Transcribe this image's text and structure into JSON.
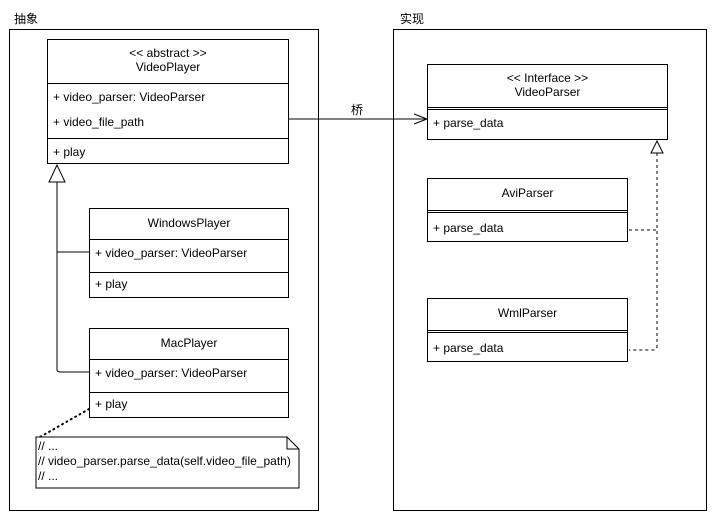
{
  "frames": {
    "abstraction": {
      "title": "抽象"
    },
    "implementation": {
      "title": "实现"
    }
  },
  "classes": {
    "video_player": {
      "stereotype": "<< abstract >>",
      "name": "VideoPlayer",
      "attributes": [
        "+ video_parser: VideoParser",
        "+ video_file_path"
      ],
      "methods": [
        "+ play"
      ]
    },
    "windows_player": {
      "name": "WindowsPlayer",
      "attributes": [
        "+ video_parser: VideoParser"
      ],
      "methods": [
        "+ play"
      ]
    },
    "mac_player": {
      "name": "MacPlayer",
      "attributes": [
        "+ video_parser: VideoParser"
      ],
      "methods": [
        "+ play"
      ]
    },
    "video_parser": {
      "stereotype": "<< Interface >>",
      "name": "VideoParser",
      "methods": [
        "+ parse_data"
      ]
    },
    "avi_parser": {
      "name": "AviParser",
      "methods": [
        "+ parse_data"
      ]
    },
    "wml_parser": {
      "name": "WmlParser",
      "methods": [
        "+ parse_data"
      ]
    }
  },
  "note": {
    "lines": [
      "// ...",
      "// video_parser.parse_data(self.video_file_path)",
      "// ..."
    ]
  },
  "association": {
    "label": "桥"
  }
}
